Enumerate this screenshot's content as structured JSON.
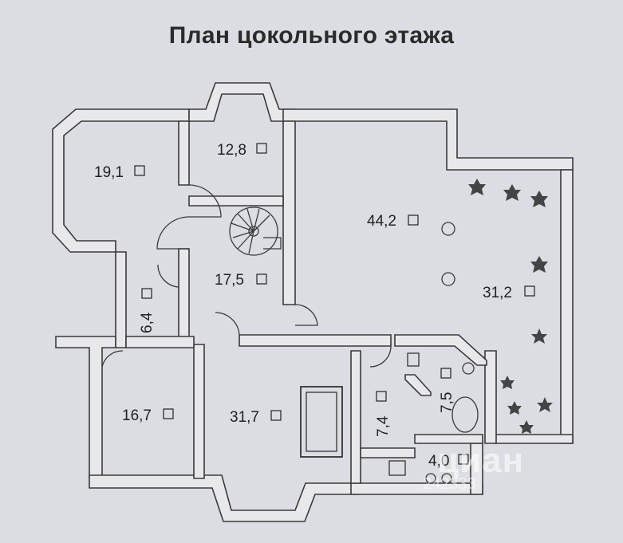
{
  "title": "План цокольного этажа",
  "rooms": [
    {
      "id": "r1",
      "area": "19,1"
    },
    {
      "id": "r2",
      "area": "12,8"
    },
    {
      "id": "r3",
      "area": "44,2"
    },
    {
      "id": "r4",
      "area": "31,2"
    },
    {
      "id": "r5",
      "area": "17,5"
    },
    {
      "id": "r6",
      "area": "6,4"
    },
    {
      "id": "r7",
      "area": "16,7"
    },
    {
      "id": "r8",
      "area": "31,7"
    },
    {
      "id": "r9",
      "area": "7,4"
    },
    {
      "id": "r10",
      "area": "7,5"
    },
    {
      "id": "r11",
      "area": "4,0"
    }
  ],
  "watermark": {
    "brand": "циан",
    "id": "242333"
  }
}
